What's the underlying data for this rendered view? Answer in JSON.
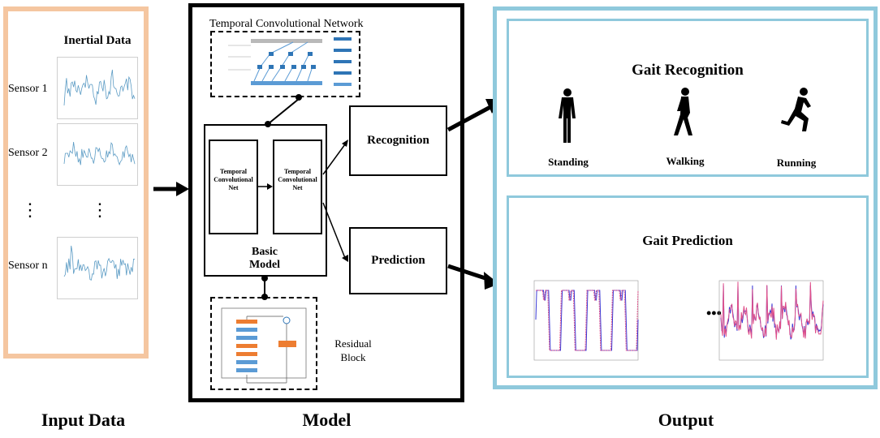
{
  "input": {
    "title": "Inertial Data",
    "sensors": [
      "Sensor 1",
      "Sensor 2",
      "Sensor n"
    ],
    "ellipsis": "⋮",
    "footer": "Input Data"
  },
  "model": {
    "tcn_title": "Temporal Convolutional Network",
    "tcn_left": "Temporal\nConvolutional\nNet",
    "tcn_right": "Temporal\nConvolutional\nNet",
    "basic_model": "Basic\nModel",
    "recognition": "Recognition",
    "prediction": "Prediction",
    "residual": "Residual\nBlock",
    "footer": "Model"
  },
  "output": {
    "recognition_title": "Gait Recognition",
    "activities": [
      "Standing",
      "Walking",
      "Running"
    ],
    "prediction_title": "Gait Prediction",
    "dots": "•••",
    "footer": "Output"
  },
  "colors": {
    "input_border": "#f5c6a0",
    "output_border": "#8fc9dc",
    "signal_line": "#5b9bc4",
    "pred_actual": "#3b3bd6",
    "pred_predicted": "#e0508a"
  }
}
